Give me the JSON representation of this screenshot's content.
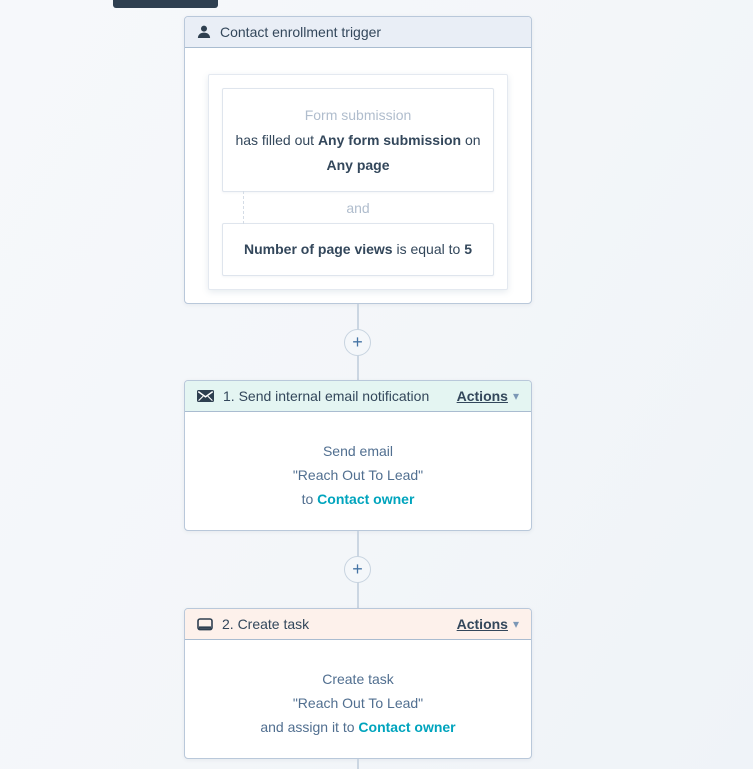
{
  "colors": {
    "top_bar": "#2e3f50",
    "accent_link": "#00a4bd",
    "trigger_header_bg": "#e9eef6",
    "email_header_bg": "#e4f5f2",
    "task_header_bg": "#fdf1eb",
    "card_border": "#b9c8da",
    "connector_line": "#cbd6e2",
    "plus_icon": "#4574a5",
    "text_dark": "#33475b",
    "text_muted": "#b0bdcd",
    "text_body": "#516f90"
  },
  "icons": {
    "caret": "▾"
  },
  "connectors": {
    "plus_label": "+"
  },
  "trigger": {
    "title": "Contact enrollment trigger",
    "condition1": {
      "heading": "Form submission",
      "pre": "has filled out ",
      "bold1": "Any form submission",
      "mid": " on ",
      "bold2": "Any page"
    },
    "operator": "and",
    "condition2": {
      "bold1": "Number of page views",
      "mid": " is equal to ",
      "value": "5"
    }
  },
  "steps": [
    {
      "title": "1. Send internal email notification",
      "actions_label": "Actions",
      "line1": "Send email",
      "line2": "\"Reach Out To Lead\"",
      "line3_prefix": "to ",
      "line3_link": "Contact owner"
    },
    {
      "title": "2. Create task",
      "actions_label": "Actions",
      "line1": "Create task",
      "line2": "\"Reach Out To Lead\"",
      "line3_prefix": "and assign it to ",
      "line3_link": "Contact owner"
    }
  ]
}
